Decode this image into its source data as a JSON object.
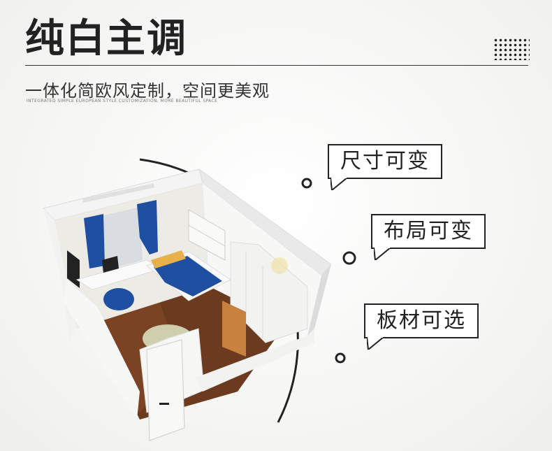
{
  "header": {
    "title": "纯白主调",
    "subtitle": "一体化简欧风定制，空间更美观",
    "subtitle_en": "INTEGRATED SIMPLE EUROPEAN STYLE CUSTOMIZATION, MORE BEAUTIFUL SPACE"
  },
  "features": [
    {
      "label": "尺寸可变"
    },
    {
      "label": "布局可变"
    },
    {
      "label": "板材可选"
    }
  ],
  "colors": {
    "text": "#222222",
    "bedding": "#1f4fa0",
    "floor": "#6b3a1f",
    "wall": "#ffffff"
  }
}
